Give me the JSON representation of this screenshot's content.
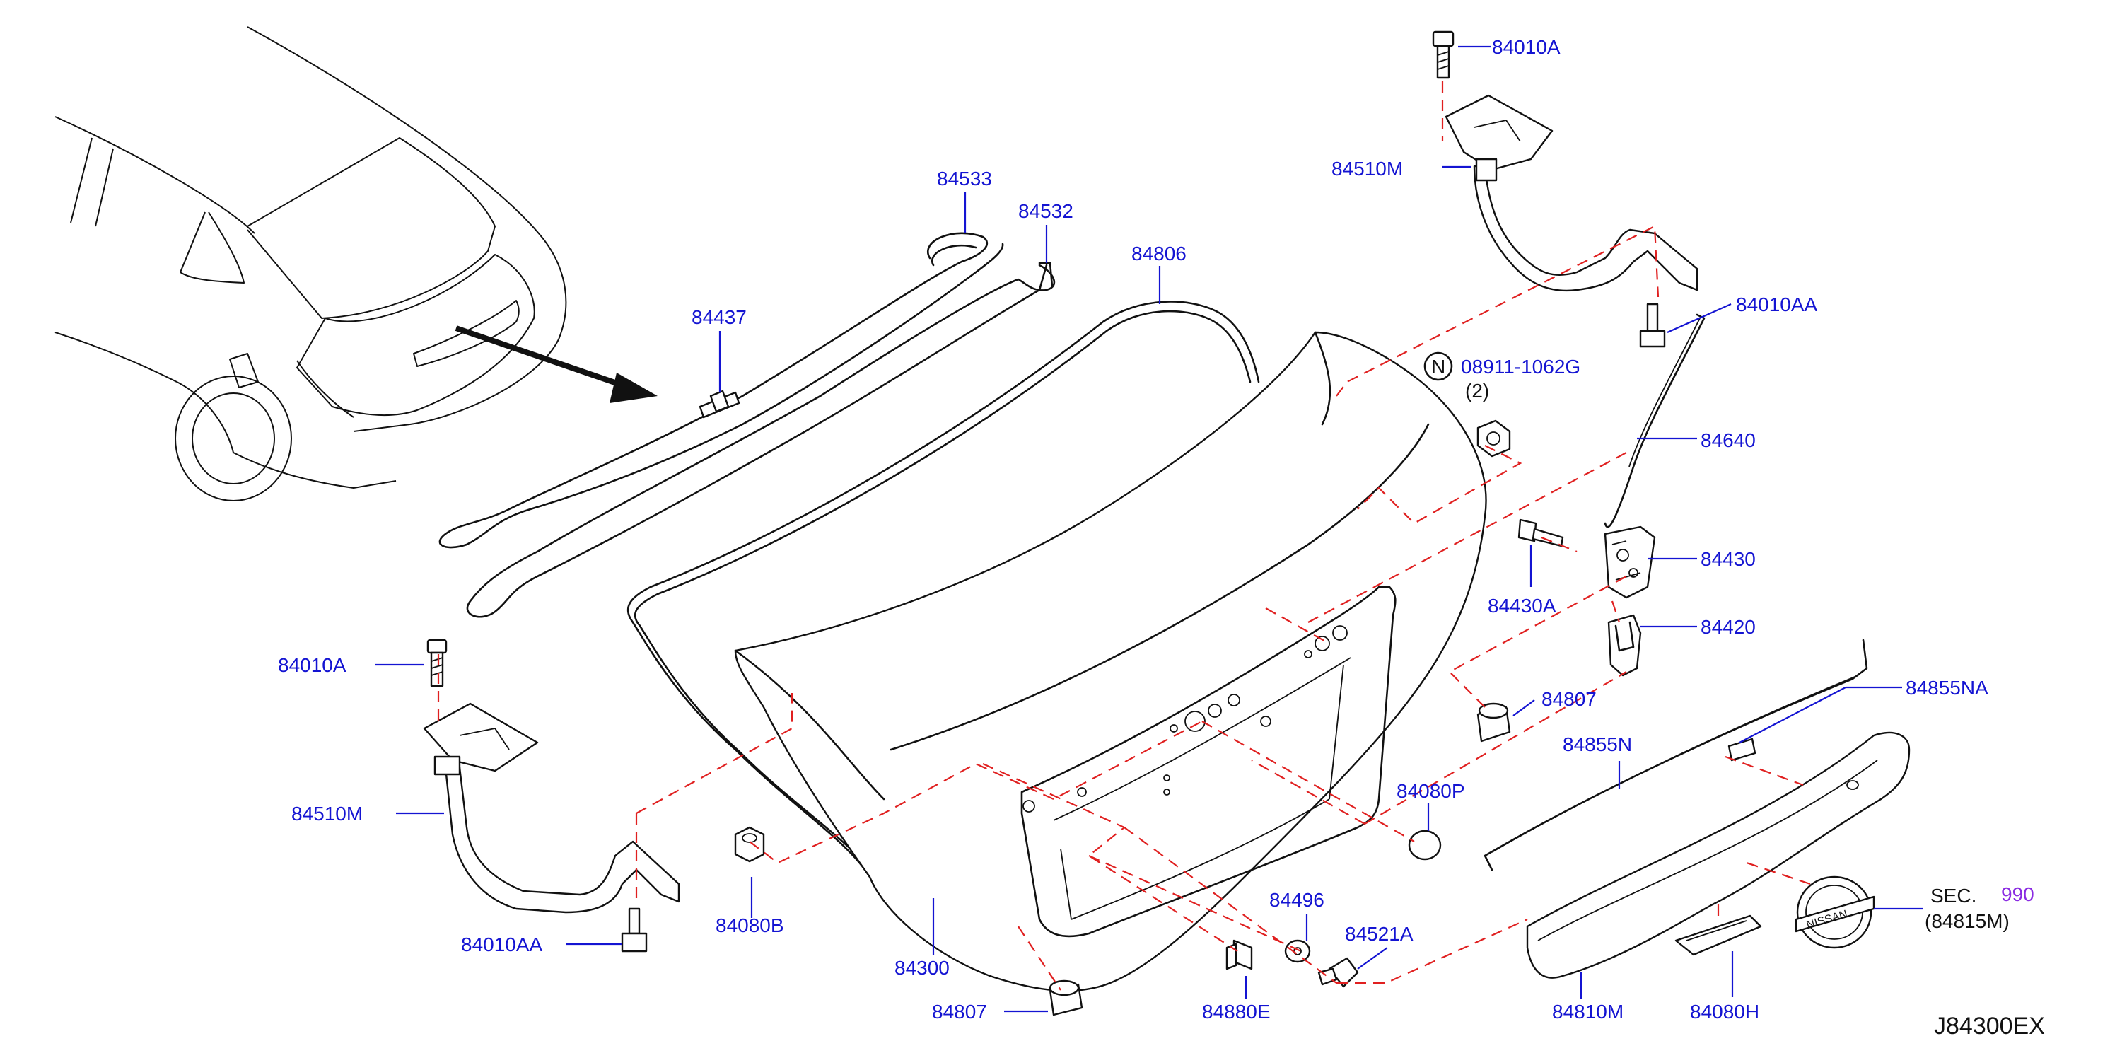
{
  "parts": {
    "p84010A_top": "84010A",
    "p84510M_top": "84510M",
    "p84010AA_right": "84010AA",
    "p08911": "08911-1062G",
    "p08911_n": "N",
    "p08911_qty": "(2)",
    "p84640": "84640",
    "p84430": "84430",
    "p84430A": "84430A",
    "p84420": "84420",
    "p84807_right": "84807",
    "p84855NA": "84855NA",
    "p84855N": "84855N",
    "p84080P": "84080P",
    "p84533": "84533",
    "p84532": "84532",
    "p84806": "84806",
    "p84437": "84437",
    "p84010A_left": "84010A",
    "p84510M_left": "84510M",
    "p84010AA_left": "84010AA",
    "p84080B": "84080B",
    "p84300": "84300",
    "p84807_bottom": "84807",
    "p84880E": "84880E",
    "p84496": "84496",
    "p84521A": "84521A",
    "p84810M": "84810M",
    "p84080H": "84080H",
    "sec_prefix": "SEC.",
    "sec_num": "990",
    "sec_sub": "(84815M)",
    "emblem_text": "NISSAN"
  },
  "diagram_code": "J84300EX",
  "colors": {
    "label_blue": "#1414d2",
    "dash_red": "#e02020",
    "sec_purple": "#8a2be2",
    "line_black": "#111111"
  }
}
